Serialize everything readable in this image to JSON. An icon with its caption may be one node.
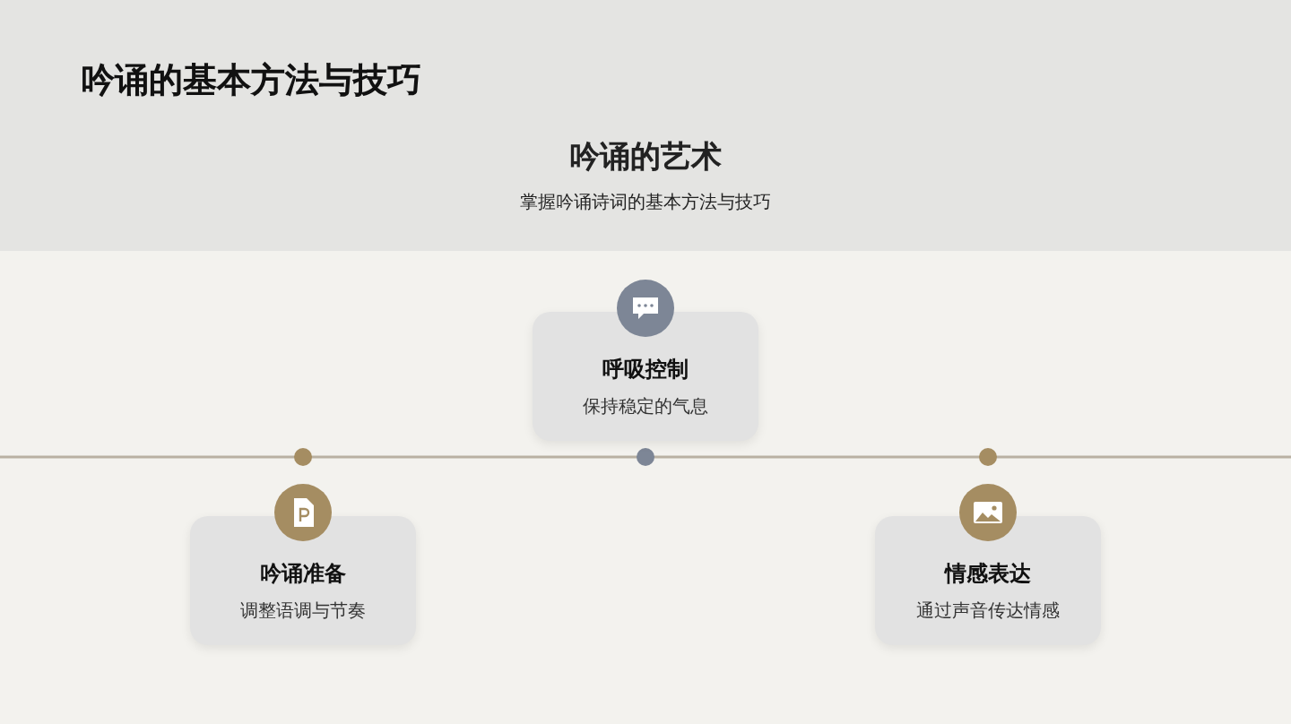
{
  "diagram": {
    "title": "吟诵的基本方法与技巧",
    "nodes": [
      {
        "text": [
          "呼吸控制",
          "保持稳定的气息"
        ]
      },
      {
        "text": [
          "吟诵准备",
          "调整语调与节奏"
        ]
      },
      {
        "text": [
          "情感表达",
          "通过声音传达情感"
        ]
      }
    ],
    "labels": [
      "吟诵的艺术",
      "掌握吟诵诗词的基本方法与技巧"
    ]
  }
}
